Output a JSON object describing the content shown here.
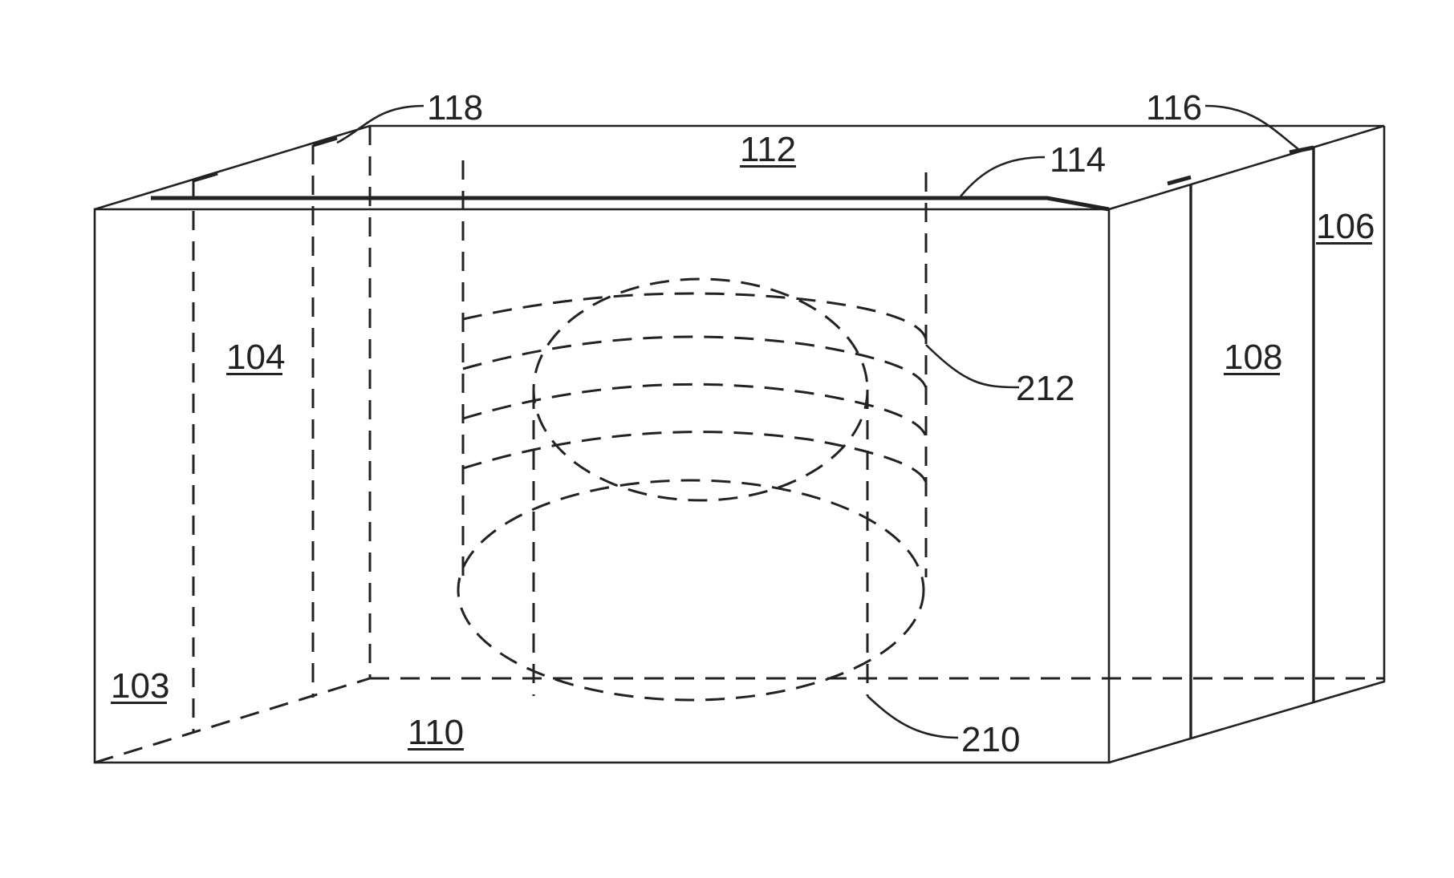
{
  "labels": {
    "l103": "103",
    "l104": "104",
    "l106": "106",
    "l108": "108",
    "l110": "110",
    "l112": "112",
    "l114": "114",
    "l116": "116",
    "l118": "118",
    "l210": "210",
    "l212": "212"
  },
  "colors": {
    "line": "#222222",
    "background": "#ffffff"
  }
}
